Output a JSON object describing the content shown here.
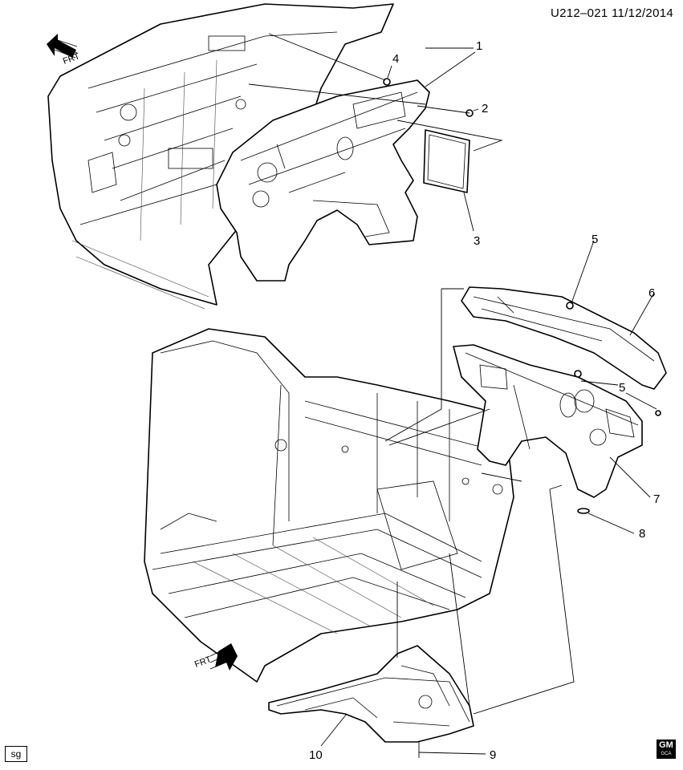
{
  "header": {
    "ref": "U212–021  11/12/2014"
  },
  "frt_label": "FRT",
  "callouts": [
    "1",
    "2",
    "3",
    "4",
    "5",
    "5",
    "6",
    "7",
    "8",
    "9",
    "10"
  ],
  "footer": {
    "sg_label": "sg",
    "logo_text": "GM",
    "logo_sub": "GCA"
  }
}
